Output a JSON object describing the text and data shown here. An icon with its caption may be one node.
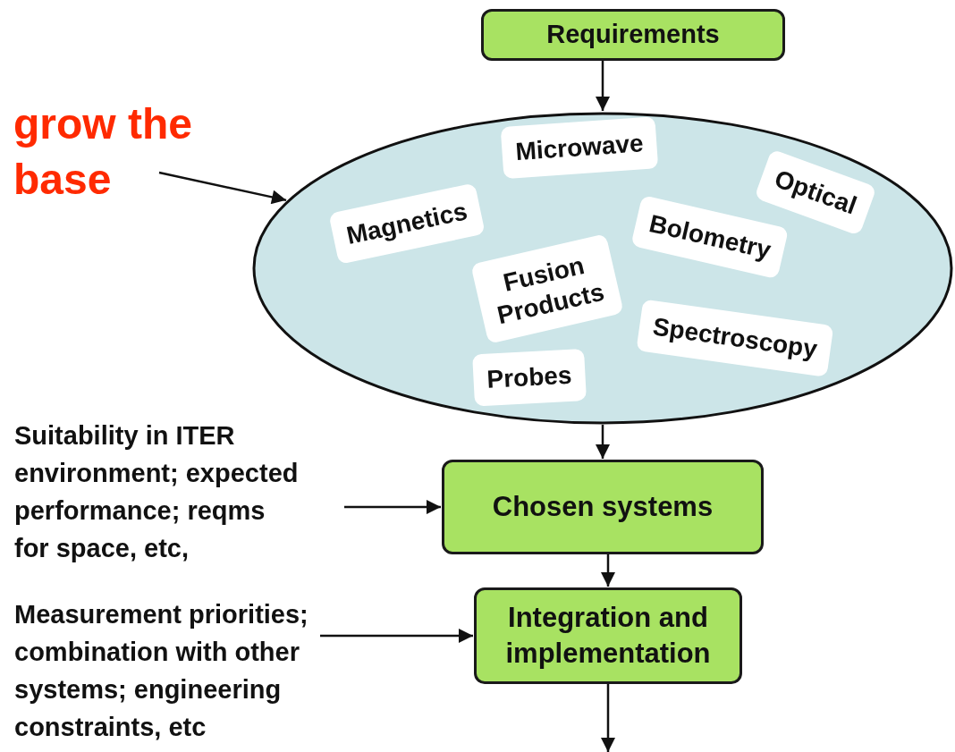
{
  "diagram": {
    "nodes": [
      {
        "text": [
          "Requirements"
        ]
      },
      {
        "text": [],
        "shape": "ellipse"
      },
      {
        "text": [
          "Magnetics"
        ],
        "in": 1
      },
      {
        "text": [
          "Microwave"
        ],
        "in": 1
      },
      {
        "text": [
          "Optical"
        ],
        "in": 1
      },
      {
        "text": [
          "Fusion Products"
        ],
        "in": 1
      },
      {
        "text": [
          "Bolometry"
        ],
        "in": 1
      },
      {
        "text": [
          "Probes"
        ],
        "in": 1
      },
      {
        "text": [
          "Spectroscopy"
        ],
        "in": 1
      },
      {
        "text": [
          "grow the base"
        ]
      },
      {
        "text": [
          "Chosen systems"
        ]
      },
      {
        "text": [
          "Integration and implementation"
        ]
      },
      {
        "text": [
          "Suitability in ITER environment; expected performance; reqms for space, etc,"
        ]
      },
      {
        "text": [
          "Measurement priorities; combination with other systems; engineering constraints, etc"
        ]
      }
    ],
    "edges": [
      {
        "from": 0,
        "to": 1,
        "arrow": "to"
      },
      {
        "from": 9,
        "to": 1,
        "arrow": "to"
      },
      {
        "from": 1,
        "to": 10,
        "arrow": "to"
      },
      {
        "from": 12,
        "to": 10,
        "arrow": "to"
      },
      {
        "from": 10,
        "to": 11,
        "arrow": "to"
      },
      {
        "from": 13,
        "to": 11,
        "arrow": "to"
      },
      {
        "from": 11,
        "to": null,
        "arrow": "to"
      }
    ]
  }
}
